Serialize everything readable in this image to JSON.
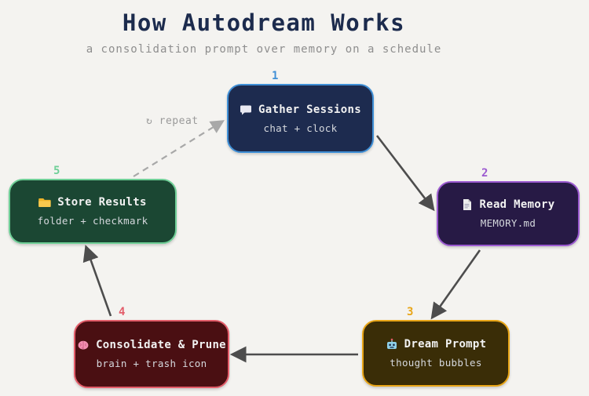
{
  "title": "How Autodream Works",
  "subtitle": "a consolidation prompt over memory on a schedule",
  "repeat_label": "↻ repeat",
  "colors": {
    "background": "#f4f3f0",
    "title": "#1c2b4d",
    "subtitle": "#8e8e8e",
    "arrow": "#4d4d4d",
    "dashed_arrow": "#a8a8a8"
  },
  "nodes": [
    {
      "number": "1",
      "title": "Gather Sessions",
      "subtitle": "chat + clock",
      "fill": "#1d2b4f",
      "border": "#3f8fd6",
      "number_color": "#3f8fd6",
      "icon": "speech-bubble"
    },
    {
      "number": "2",
      "title": "Read Memory",
      "subtitle": "MEMORY.md",
      "fill": "#271a45",
      "border": "#9b59d0",
      "number_color": "#9b59d0",
      "icon": "document"
    },
    {
      "number": "3",
      "title": "Dream Prompt",
      "subtitle": "thought bubbles",
      "fill": "#3a2d07",
      "border": "#e8a517",
      "number_color": "#e8a517",
      "icon": "robot"
    },
    {
      "number": "4",
      "title": "Consolidate & Prune",
      "subtitle": "brain + trash icon",
      "fill": "#4a0f12",
      "border": "#e35d6a",
      "number_color": "#e35d6a",
      "icon": "brain"
    },
    {
      "number": "5",
      "title": "Store Results",
      "subtitle": "folder + checkmark",
      "fill": "#1b4733",
      "border": "#6fcf97",
      "number_color": "#6fcf97",
      "icon": "folder"
    }
  ]
}
